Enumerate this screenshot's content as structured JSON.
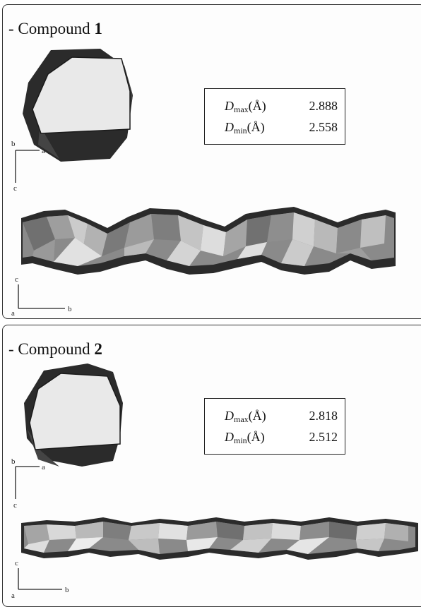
{
  "panels": [
    {
      "title_prefix": "- Compound ",
      "title_number": "1",
      "dmax_label": "D",
      "dmax_sub": "max",
      "dmax_unit": "(Å)",
      "dmax_value": "2.888",
      "dmin_label": "D",
      "dmin_sub": "min",
      "dmin_unit": "(Å)",
      "dmin_value": "2.558",
      "cross_axes": {
        "up": "b",
        "right": "a",
        "down": "c"
      },
      "strip_axes": {
        "up": "c",
        "right": "b",
        "origin": "a"
      }
    },
    {
      "title_prefix": "- Compound ",
      "title_number": "2",
      "dmax_label": "D",
      "dmax_sub": "max",
      "dmax_unit": "(Å)",
      "dmax_value": "2.818",
      "dmin_label": "D",
      "dmin_sub": "min",
      "dmin_unit": "(Å)",
      "dmin_value": "2.512",
      "cross_axes": {
        "up": "b",
        "right": "a",
        "down": "c"
      },
      "strip_axes": {
        "up": "c",
        "right": "b",
        "origin": "a"
      }
    }
  ],
  "colors": {
    "dark_shell": "#2b2b2b",
    "light_face": "#e8e8e8",
    "mid_gray": "#8a8a8a"
  }
}
